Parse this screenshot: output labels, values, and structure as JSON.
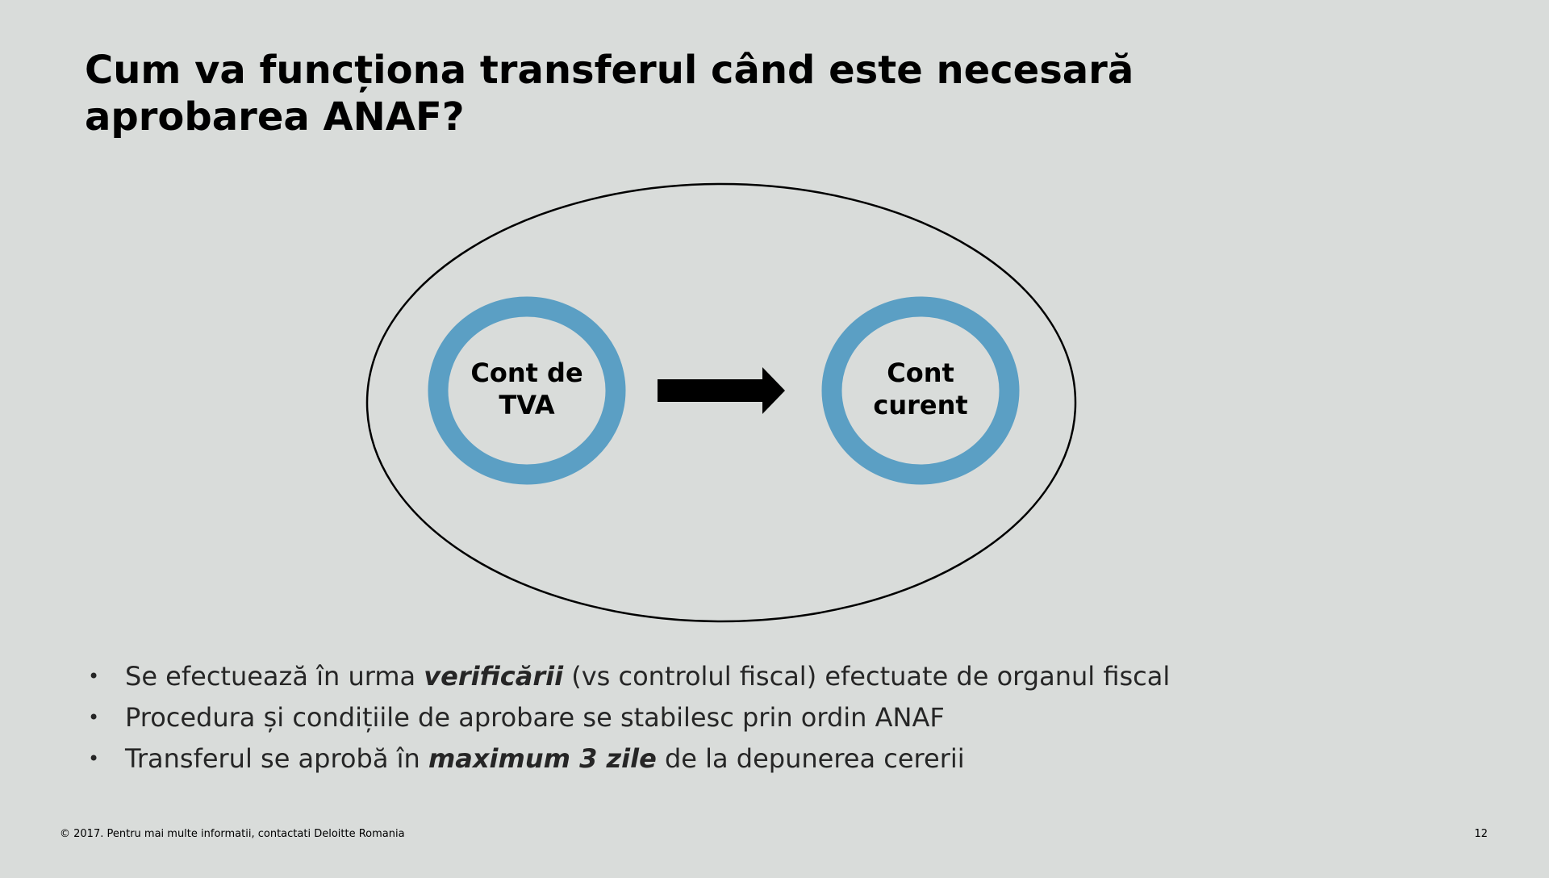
{
  "title": {
    "line1": "Cum va funcționa transferul când este necesară",
    "line2": "aprobarea ANAF?"
  },
  "diagram": {
    "nodes": [
      {
        "line1": "Cont de",
        "line2": "TVA"
      },
      {
        "line1": "Cont",
        "line2": "curent"
      }
    ],
    "ring_color": "#5b9fc4"
  },
  "bullets": [
    {
      "pre": "Se efectuează în urma ",
      "emph": "verificării",
      "post": " (vs controlul fiscal) efectuate de organul fiscal"
    },
    {
      "pre": "Procedura și condițiile de aprobare se stabilesc prin ordin ANAF",
      "emph": "",
      "post": ""
    },
    {
      "pre": "Transferul se aprobă în ",
      "emph": "maximum 3 zile",
      "post": " de la depunerea cererii"
    }
  ],
  "footer": {
    "copyright": "© 2017. Pentru mai multe informatii, contactati Deloitte Romania",
    "page_number": "12"
  }
}
